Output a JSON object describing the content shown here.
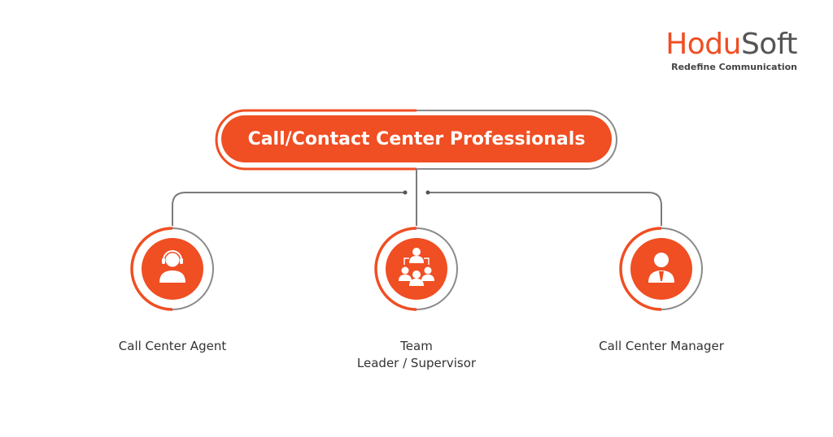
{
  "logo": {
    "brand_part1": "Hodu",
    "brand_part2": "Soft",
    "tagline": "Redefine Communication"
  },
  "diagram": {
    "root": "Call/Contact Center Professionals",
    "nodes": [
      {
        "icon": "headset-agent-icon",
        "label_lines": [
          "Call Center Agent"
        ]
      },
      {
        "icon": "team-supervisor-icon",
        "label_lines": [
          "Team",
          "Leader / Supervisor"
        ]
      },
      {
        "icon": "manager-icon",
        "label_lines": [
          "Call Center Manager"
        ]
      }
    ]
  },
  "colors": {
    "accent": "#f04e23",
    "line": "#7a7a7a"
  }
}
